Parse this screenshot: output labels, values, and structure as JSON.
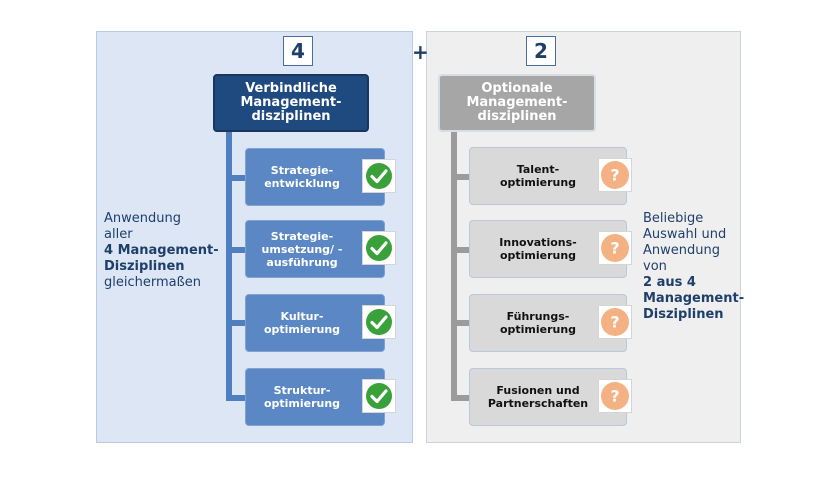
{
  "colors": {
    "left_panel_bg": "#dce6f4",
    "right_panel_bg": "#efefef",
    "mandatory_header": "#1f4a80",
    "mandatory_item": "#5b87c4",
    "optional_header": "#a6a6a6",
    "optional_item": "#d9d9d9",
    "check_green": "#3aa13a",
    "question_orange": "#f4b183",
    "text_navy": "#1f3f6b"
  },
  "left": {
    "count": "4",
    "header": "Verbindliche Management-disziplinen",
    "items": [
      {
        "label": "Strategie-entwicklung",
        "icon": "checkmark-icon"
      },
      {
        "label": "Strategie-umsetzung/ -ausführung",
        "icon": "checkmark-icon"
      },
      {
        "label": "Kultur-optimierung",
        "icon": "checkmark-icon"
      },
      {
        "label": "Struktur-optimierung",
        "icon": "checkmark-icon"
      }
    ],
    "side_text": {
      "line1": "Anwendung",
      "line2": "aller",
      "bold1": "4 Management-",
      "bold2": "Disziplinen",
      "line3": "gleichermaßen"
    }
  },
  "plus": "+",
  "right": {
    "count": "2",
    "header": "Optionale Management-disziplinen",
    "items": [
      {
        "label": "Talent-optimierung",
        "icon": "question-icon"
      },
      {
        "label": "Innovations-optimierung",
        "icon": "question-icon"
      },
      {
        "label": "Führungs-optimierung",
        "icon": "question-icon"
      },
      {
        "label": "Fusionen und Partnerschaften",
        "icon": "question-icon"
      }
    ],
    "side_text": {
      "line1": "Beliebige",
      "line2": "Auswahl und",
      "line3": "Anwendung",
      "line4": "von",
      "bold1": "2 aus 4",
      "bold2": "Management-",
      "bold3": "Disziplinen"
    },
    "question_mark": "?"
  }
}
